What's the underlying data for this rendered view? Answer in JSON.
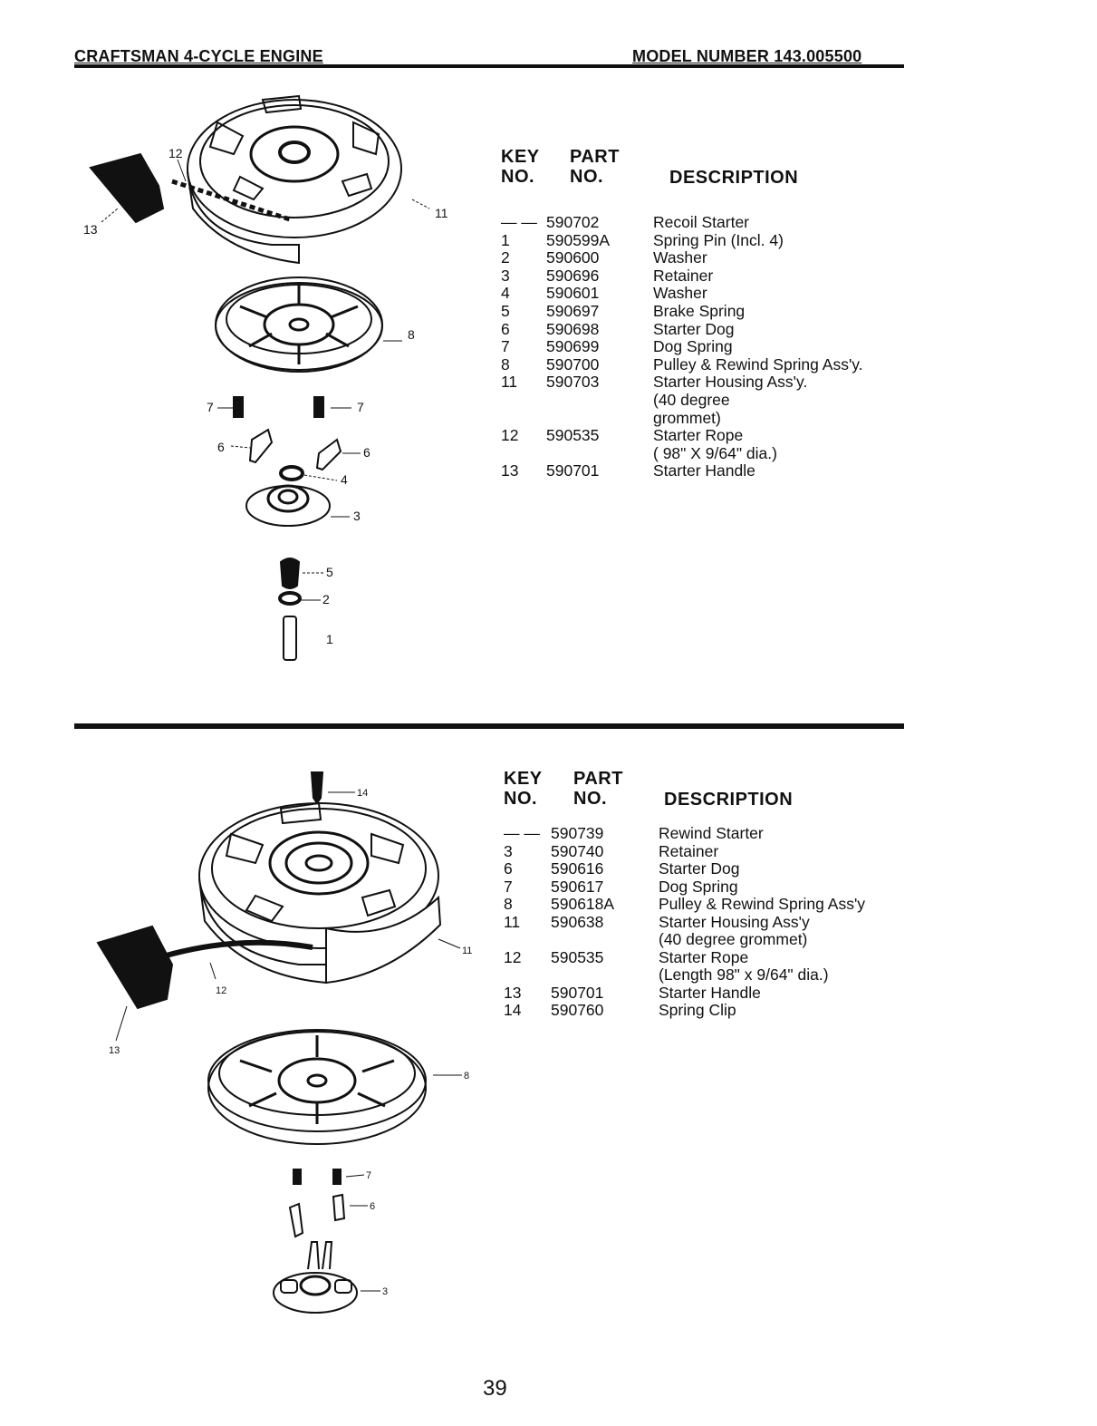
{
  "header": {
    "left": "CRAFTSMAN 4-CYCLE ENGINE",
    "right": "MODEL NUMBER 143.005500"
  },
  "table1": {
    "headers": {
      "key1": "KEY",
      "key2": "NO.",
      "part1": "PART",
      "part2": "NO.",
      "desc": "DESCRIPTION"
    },
    "rows": [
      {
        "key": "— —",
        "part": "590702",
        "desc": [
          "Recoil Starter"
        ]
      },
      {
        "key": "1",
        "part": "590599A",
        "desc": [
          "Spring Pin (Incl. 4)"
        ]
      },
      {
        "key": "2",
        "part": "590600",
        "desc": [
          "Washer"
        ]
      },
      {
        "key": "3",
        "part": "590696",
        "desc": [
          "Retainer"
        ]
      },
      {
        "key": "4",
        "part": "590601",
        "desc": [
          "Washer"
        ]
      },
      {
        "key": "5",
        "part": "590697",
        "desc": [
          "Brake Spring"
        ]
      },
      {
        "key": "6",
        "part": "590698",
        "desc": [
          "Starter Dog"
        ]
      },
      {
        "key": "7",
        "part": "590699",
        "desc": [
          "Dog Spring"
        ]
      },
      {
        "key": "8",
        "part": "590700",
        "desc": [
          "Pulley & Rewind Spring Ass'y."
        ]
      },
      {
        "key": "11",
        "part": "590703",
        "desc": [
          "Starter Housing Ass'y.",
          "(40 degree",
          "grommet)"
        ]
      },
      {
        "key": "12",
        "part": "590535",
        "desc": [
          "Starter Rope",
          "( 98\" X 9/64\" dia.)"
        ]
      },
      {
        "key": "13",
        "part": "590701",
        "desc": [
          "Starter Handle"
        ]
      }
    ]
  },
  "table2": {
    "headers": {
      "key1": "KEY",
      "key2": "NO.",
      "part1": "PART",
      "part2": "NO.",
      "desc": "DESCRIPTION"
    },
    "rows": [
      {
        "key": "— —",
        "part": "590739",
        "desc": [
          "Rewind Starter"
        ]
      },
      {
        "key": "3",
        "part": "590740",
        "desc": [
          "Retainer"
        ]
      },
      {
        "key": "6",
        "part": "590616",
        "desc": [
          "Starter Dog"
        ]
      },
      {
        "key": "7",
        "part": "590617",
        "desc": [
          "Dog Spring"
        ]
      },
      {
        "key": "8",
        "part": "590618A",
        "desc": [
          "Pulley & Rewind Spring Ass'y"
        ]
      },
      {
        "key": "11",
        "part": "590638",
        "desc": [
          "Starter Housing Ass'y",
          "(40 degree grommet)"
        ]
      },
      {
        "key": "12",
        "part": "590535",
        "desc": [
          "Starter Rope",
          "(Length 98\" x 9/64\" dia.)"
        ]
      },
      {
        "key": "13",
        "part": "590701",
        "desc": [
          "Starter Handle"
        ]
      },
      {
        "key": "14",
        "part": "590760",
        "desc": [
          "Spring Clip"
        ]
      }
    ]
  },
  "diagram1_callouts": [
    "12",
    "13",
    "11",
    "8",
    "7",
    "7",
    "6",
    "6",
    "4",
    "3",
    "5",
    "2",
    "1"
  ],
  "diagram2_callouts": [
    "14",
    "11",
    "12",
    "13",
    "8",
    "7",
    "6",
    "3"
  ],
  "page_number": "39"
}
